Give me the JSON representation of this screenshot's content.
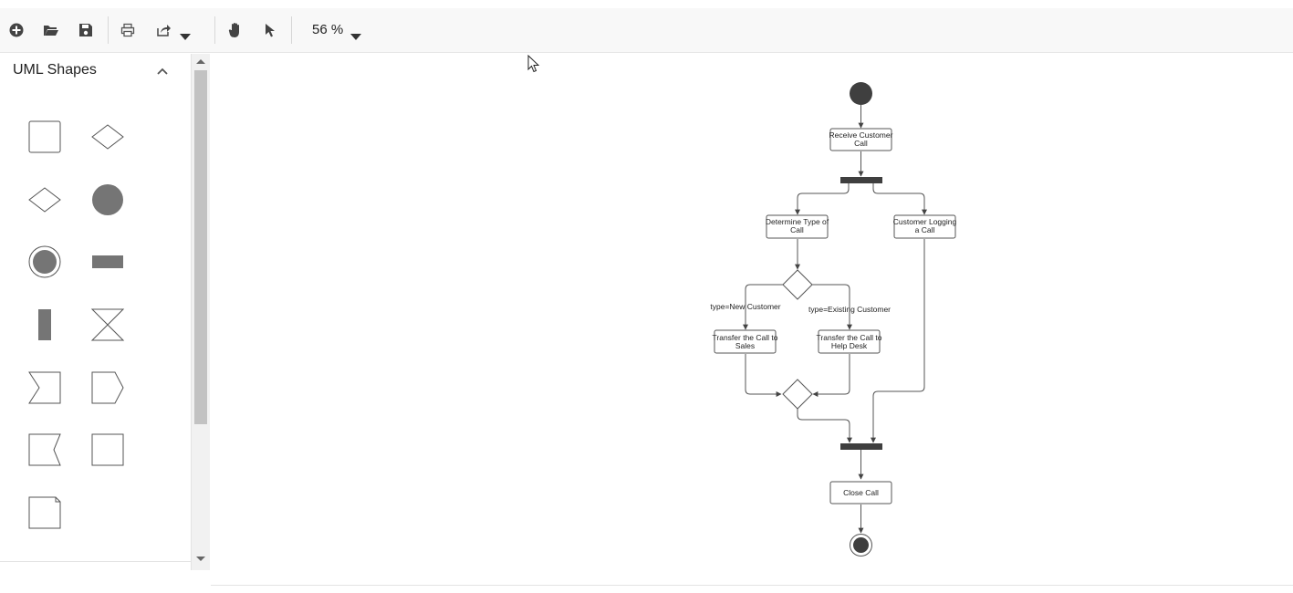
{
  "toolbar": {
    "zoom_label": "56 %",
    "buttons": [
      "new-icon",
      "open-icon",
      "save-icon",
      "print-icon",
      "export-icon",
      "pan-icon",
      "pointer-icon"
    ]
  },
  "palette": {
    "title": "UML Shapes",
    "shapes": [
      "action",
      "decision",
      "merge",
      "initial-node",
      "final-node",
      "fork-horizontal",
      "fork-vertical",
      "time-event",
      "accept-event",
      "send-signal",
      "receive-signal",
      "object-node",
      "comment"
    ]
  },
  "diagram": {
    "nodes": {
      "receive": [
        "Receive Customer",
        "Call"
      ],
      "determine": [
        "Determine Type of",
        "Call"
      ],
      "logging": [
        "Customer Logging",
        "a Call"
      ],
      "sales": [
        "Transfer the Call to",
        "Sales"
      ],
      "helpdesk": [
        "Transfer the Call to",
        "Help Desk"
      ],
      "close": [
        "Close Call"
      ]
    },
    "edge_labels": {
      "new_customer": "type=New Customer",
      "existing_customer": "type=Existing Customer"
    }
  },
  "colors": {
    "node_fill": "#ffffff",
    "node_stroke": "#555555",
    "dark_fill": "#3f3f3f",
    "palette_fill": "#757575"
  }
}
